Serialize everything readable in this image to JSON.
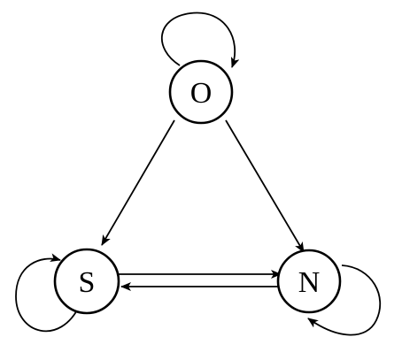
{
  "diagram": {
    "nodes": [
      {
        "id": "O",
        "label": "O"
      },
      {
        "id": "S",
        "label": "S"
      },
      {
        "id": "N",
        "label": "N"
      }
    ],
    "edges": [
      {
        "from": "O",
        "to": "O"
      },
      {
        "from": "S",
        "to": "S"
      },
      {
        "from": "N",
        "to": "N"
      },
      {
        "from": "O",
        "to": "S"
      },
      {
        "from": "O",
        "to": "N"
      },
      {
        "from": "S",
        "to": "N"
      },
      {
        "from": "N",
        "to": "S"
      }
    ]
  }
}
